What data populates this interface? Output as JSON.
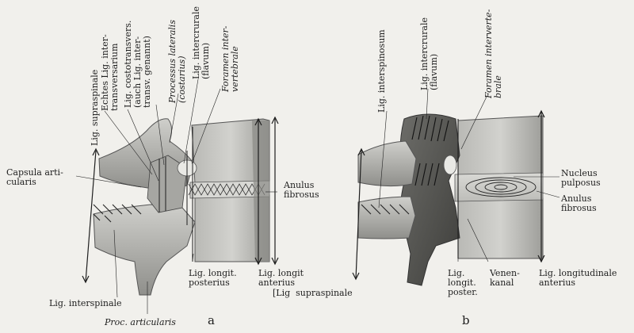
{
  "panel_a": {
    "marker": "a",
    "labels": {
      "lig_supraspinale": "Lig. supraspinale",
      "echtes_lig": "Echtes Lig. inter-\ntransversarium",
      "lig_costotransvers": "Lig. costotransvers.\n(auch Lig. inter-\ntransv. genannt)",
      "processus_lateralis": "Processus lateralis\n(costarius)",
      "lig_intercrurale": "Lig. intercrurale\n(flavum)",
      "foramen_intervertebrale": "Foramen inter-\nvertebrale",
      "capsula_articularis": "Capsula arti-\ncularis",
      "anulus_fibrosus": "Anulus\nfibrosus",
      "lig_longit_posterius": "Lig. longit.\nposterius",
      "lig_longit_anterius": "Lig. longit\nanterius",
      "lig_supraspinale_bottom": "[Lig  supraspinale",
      "lig_interspinale": "Lig. interspinale",
      "proc_articularis": "Proc. articularis"
    }
  },
  "panel_b": {
    "marker": "b",
    "labels": {
      "lig_interspinosum": "Lig. interspinosum",
      "lig_intercrurale": "Lig. intercrurale\n(flavum)",
      "foramen_intervertebrale": "Foramen interverte-\nbrale",
      "nucleus_pulposus": "Nucleus\npulposus",
      "anulus_fibrosus": "Anulus\nfibrosus",
      "lig_longit_poster": "Lig.\nlongit.\nposter.",
      "venenkanal": "Venen-\nkanal",
      "lig_longitudinale_anterius": "Lig. longitudinale\nanterius"
    }
  }
}
